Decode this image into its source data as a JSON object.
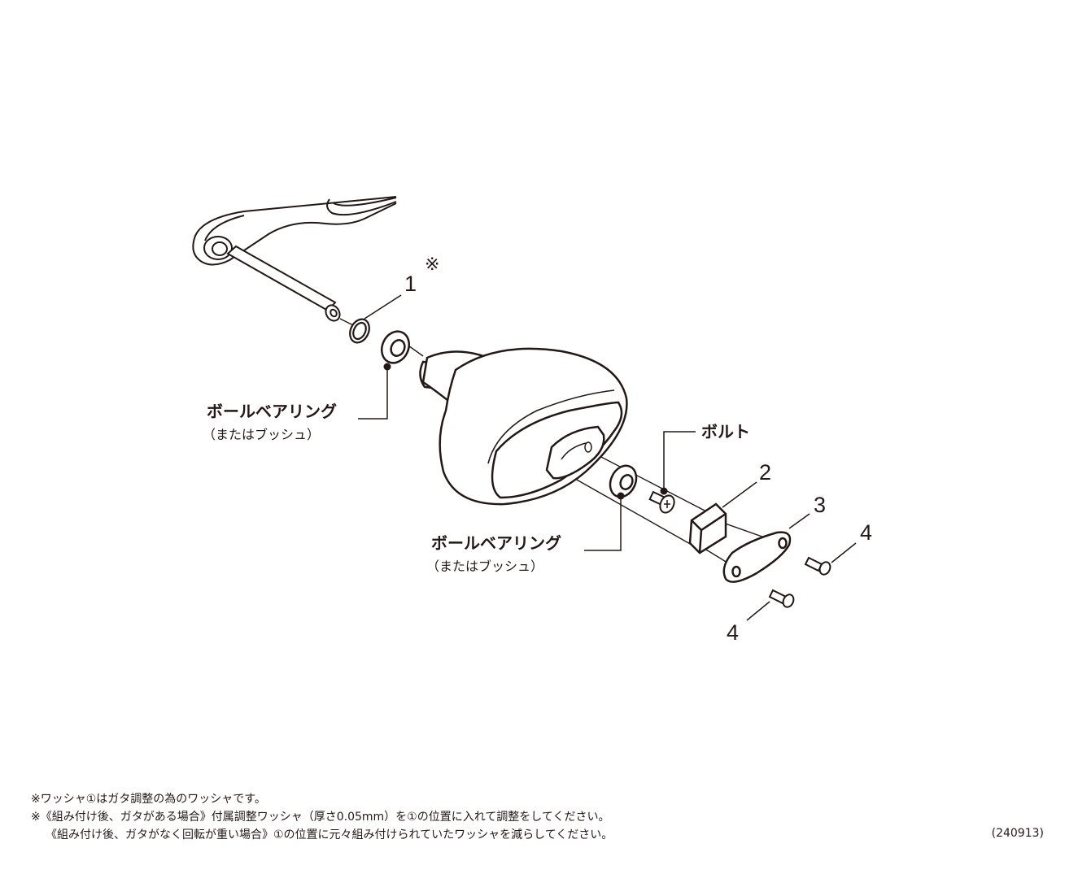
{
  "labels": {
    "part1": "1",
    "part2": "2",
    "part3": "3",
    "part4a": "4",
    "part4b": "4",
    "asterisk": "※",
    "bearing1_main": "ボールベアリング",
    "bearing1_sub": "（またはブッシュ）",
    "bearing2_main": "ボールベアリング",
    "bearing2_sub": "（またはブッシュ）",
    "bolt": "ボルト"
  },
  "notes": {
    "line1": "※ワッシャ①はガタ調整の為のワッシャです。",
    "line2": "※《組み付け後、ガタがある場合》付属調整ワッシャ（厚さ0.05mm）を①の位置に入れて調整をしてください。",
    "line3": "《組み付け後、ガタがなく回転が重い場合》①の位置に元々組み付けられていたワッシャを減らしてください。"
  },
  "code": "(240913)",
  "colors": {
    "ink": "#231815",
    "knob": "#ffffff",
    "background": "#ffffff"
  },
  "icons": [
    "asterisk-mark-icon"
  ]
}
